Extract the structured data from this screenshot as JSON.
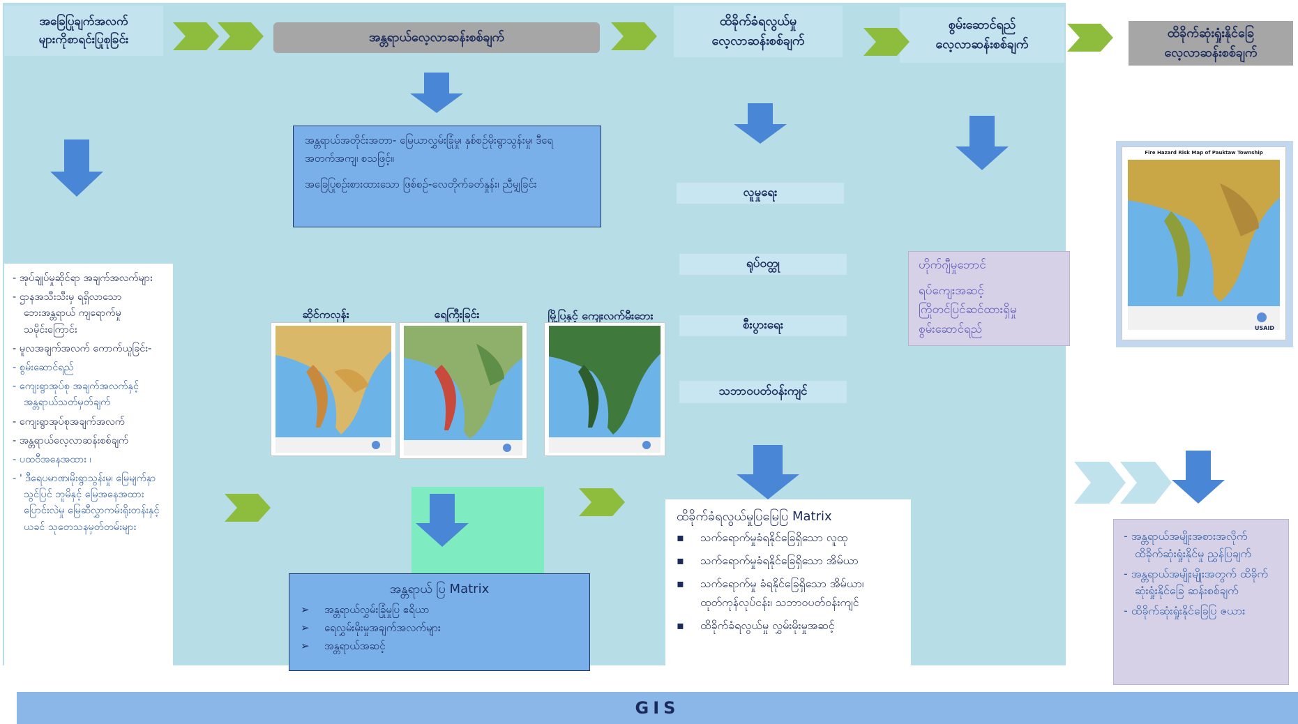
{
  "headers": {
    "h1": "အခြေပြုချက်အလက်\nများကိုစာရင်းပြုစုခြင်း",
    "h2": "အန္တရာယ်လေ့လာဆန်းစစ်ချက်",
    "h3": "ထိခိုက်ခံရလွယ်မှု\nလေ့လာဆန်းစစ်ချက်",
    "h4": "စွမ်းဆောင်ရည်\nလေ့လာဆန်းစစ်ချက်",
    "h5": "ထိခိုက်ဆုံးရှုံးနိုင်ခြေ\nလေ့လာဆန်းစစ်ချက်"
  },
  "hazard_box": {
    "p1": "အန္တရာယ်အတိုင်းအတာ- မြေယာလွှမ်းခြုံမှု၊ နှစ်စဉ်မိုးရွာသွန်းမှု၊ ဒီရေအတက်အကျ၊ စသဖြင့်။",
    "p2": "အခြေပြုစဉ်းစားထားသော ဖြစ်စဉ်-လေတိုက်ခတ်နှုန်း၊ ညီမျှခြင်း"
  },
  "vulnerability_items": [
    "လူမှုရေး",
    "ရုပ်ဝတ္ထု",
    "စီးပွားရေး",
    "သဘာဝပတ်ဝန်းကျင်"
  ],
  "maps": [
    {
      "title": "ဆိုင်ကလုန်း"
    },
    {
      "title": "ရေကြီးခြင်း"
    },
    {
      "title": "မြို့ပြနှင့် ကျေးလက်မီးဘေး"
    }
  ],
  "capacity_box": {
    "l1": "ဟိုက်ဂျီမှုဘောင်",
    "l2": "ရပ်ကျေးအဆင့်\nကြိုတင်ပြင်ဆင်ထားရှိမှု\nစွမ်းဆောင်ရည်"
  },
  "risk_map": {
    "caption": "Fire Hazard Risk Map of Pauktaw Township",
    "logo": "USAID"
  },
  "left_list": [
    {
      "text": "အုပ်ချုပ်မှုဆိုင်ရာ အချက်အလက်များ",
      "tone": "dark"
    },
    {
      "text": "ဌာနအသီးသီးမှ ရရှိလာသော ဘေးအန္တရာယ် ကျရောက်မှုသမိုင်းကြောင်း",
      "tone": "dark"
    },
    {
      "text": "မူလအချက်အလက် ကောက်ယူခြင်း-",
      "tone": "dark"
    },
    {
      "text": "စွမ်းဆောင်ရည်",
      "tone": "blue"
    },
    {
      "text": "ကျေးရွာအုပ်စု အချက်အလက်နှင့် အန္တရာယ်သတ်မှတ်ချက်",
      "tone": "blue"
    },
    {
      "text": "ကျေးရွာအုပ်စုအချက်အလက်",
      "tone": "dark"
    },
    {
      "text": "အန္တရာယ်လေ့လာဆန်းစစ်ချက်",
      "tone": "dark"
    },
    {
      "text": "ပထဝီအနေအထား ၊",
      "tone": "blue"
    },
    {
      "text": "' ဒီရေပမာဏ၊မိုးရွာသွန်းမှု၊ မြေမျက်နှာသွင်ပြင် ဘူမိနှင့် မြေအနေအထားပြောင်းလဲမှု မြေဆီလွှာကမ်းရိုးတန်းနှင့် ယခင် သုတေသနမှတ်တမ်းများ",
      "tone": "blue"
    }
  ],
  "hazard_matrix": {
    "title": "အန္တရာယ် ပြ Matrix",
    "items": [
      "အန္တရာယ်လွှမ်းခြုံမှုပြ ဧရိယာ",
      "ရေလွှမ်းမိုးမှုအချက်အလက်များ",
      "အန္တရာယ်အဆင့်"
    ],
    "bullet": "➢"
  },
  "vuln_matrix": {
    "title": "ထိခိုက်ခံရလွယ်မှုပြမြေပြ Matrix",
    "items": [
      "သက်ရောက်မှုခံရနိုင်ခြေရှိသော လူထု",
      "သက်ရောက်မှုခံရနိုင်ခြေရှိသော အိမ်ယာ",
      "သက်ရောက်မှု ခံရနိုင်ခြေရှိသော အိမ်ယာ၊ ထုတ်ကုန်လုပ်ငန်း၊ သဘာဝပတ်ဝန်းကျင်",
      "ထိခိုက်ခံရလွယ်မှု လွှမ်းမိုးမှုအဆင့်"
    ],
    "bullet": "▪"
  },
  "risk_list": [
    "အန္တရာယ်အမျိုးအစားအလိုက် ထိခိုက်ဆုံးရှုံးနိုင်မှု ညွှန်ပြချက်",
    "အန္တရာယ်အမျိုးမျိုးအတွက် ထိခိုက်ဆုံးရှုံးနိုင်ခြေ ဆန်းစစ်ချက်",
    "ထိခိုက်ဆုံးရှုံးနိုင်ခြေပြ ဇယား"
  ],
  "gis": "GIS",
  "colors": {
    "green_chevron": "#8ebd3e",
    "blue_arrow": "#4a86d6",
    "bg": "#b7dde6",
    "light_chevron": "#bfe2ec"
  }
}
